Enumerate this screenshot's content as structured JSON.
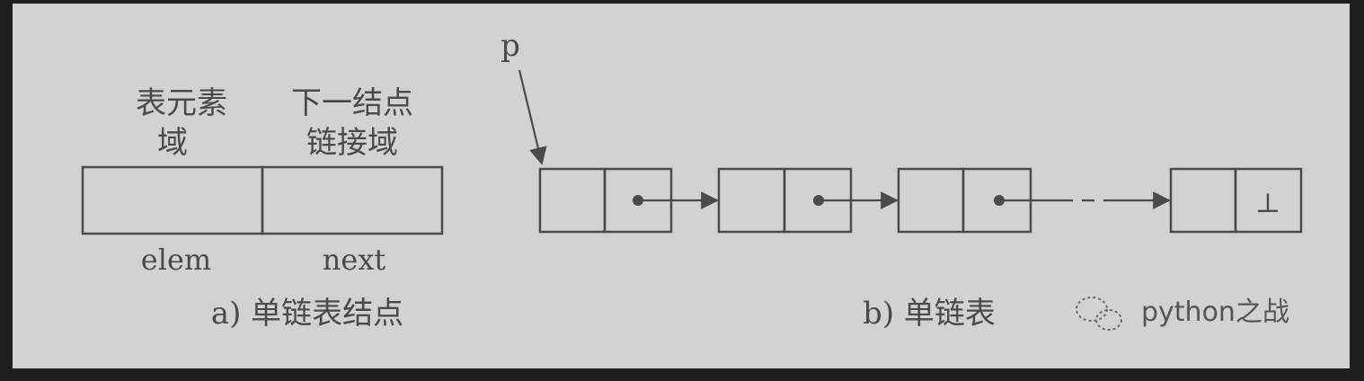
{
  "colors": {
    "frame": "#1e1e1e",
    "background": "#d2d2d2",
    "ink": "#4a4a4a"
  },
  "node_structure": {
    "field_left_label_line1": "表元素",
    "field_left_label_line2": "域",
    "field_right_label_line1": "下一结点",
    "field_right_label_line2": "链接域",
    "field_left_name": "elem",
    "field_right_name": "next",
    "caption": "a) 单链表结点"
  },
  "linked_list": {
    "pointer_label": "p",
    "terminal_symbol": "⊥",
    "caption": "b) 单链表"
  },
  "watermark": {
    "icon": "wechat-icon",
    "text": "python之战"
  }
}
